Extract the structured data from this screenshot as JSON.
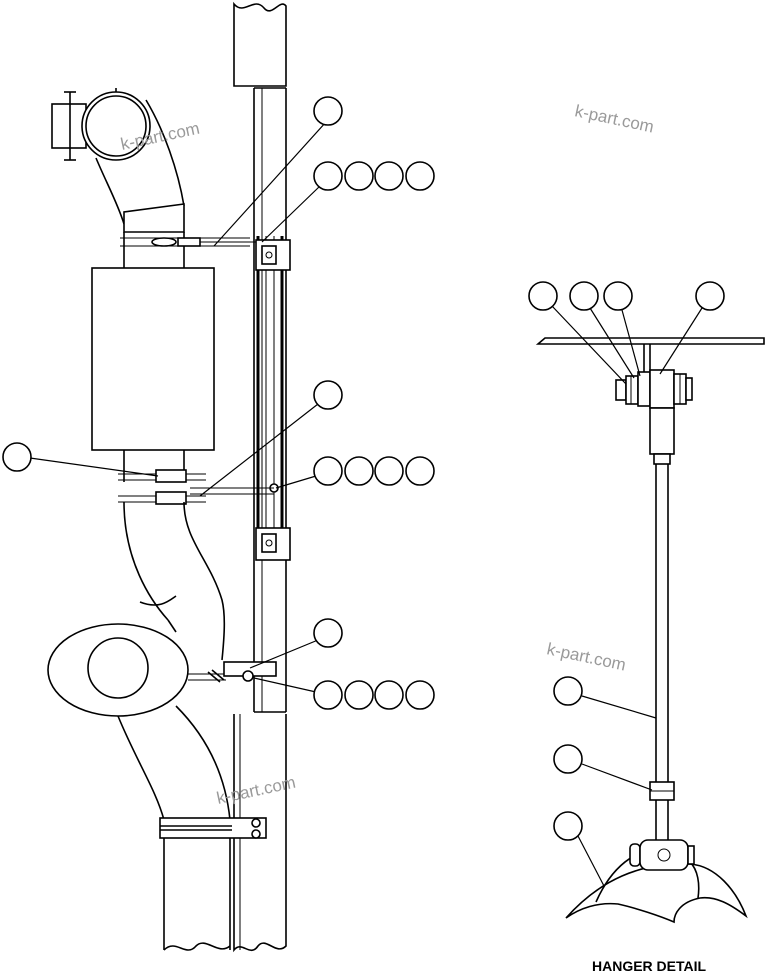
{
  "caption": "HANGER DETAIL",
  "watermark": "k-part.com",
  "bubble_groups": [
    {
      "id": "g1",
      "count": 1
    },
    {
      "id": "g2",
      "count": 4
    },
    {
      "id": "g3",
      "count": 1
    },
    {
      "id": "g4",
      "count": 1
    },
    {
      "id": "g5",
      "count": 4
    },
    {
      "id": "g6",
      "count": 1
    },
    {
      "id": "g7",
      "count": 4
    },
    {
      "id": "hd-top",
      "count": 4
    },
    {
      "id": "hd-rod",
      "count": 1
    },
    {
      "id": "hd-coupler",
      "count": 1
    },
    {
      "id": "hd-clamp",
      "count": 1
    }
  ]
}
